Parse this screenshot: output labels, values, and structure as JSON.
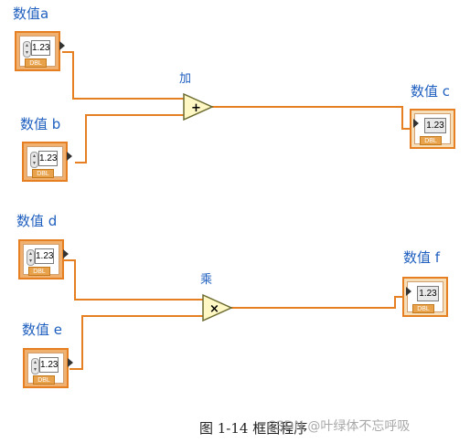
{
  "controls": {
    "a": {
      "label": "数值a",
      "value": "1.23",
      "type": "DBL"
    },
    "b": {
      "label": "数值 b",
      "value": "1.23",
      "type": "DBL"
    },
    "d": {
      "label": "数值 d",
      "value": "1.23",
      "type": "DBL"
    },
    "e": {
      "label": "数值 e",
      "value": "1.23",
      "type": "DBL"
    }
  },
  "indicators": {
    "c": {
      "label": "数值 c",
      "value": "1.23",
      "type": "DBL"
    },
    "f": {
      "label": "数值 f",
      "value": "1.23",
      "type": "DBL"
    }
  },
  "nodes": {
    "add": {
      "label": "加",
      "symbol": "+"
    },
    "multiply": {
      "label": "乘",
      "symbol": "×"
    }
  },
  "caption": "图 1-14 框图程序",
  "watermark": "CSDN @叶绿体不忘呼吸",
  "colors": {
    "wire": "#e67e22",
    "label": "#1f5fbf",
    "terminal_border": "#e67e22",
    "node_fill": "#fff8c4"
  }
}
